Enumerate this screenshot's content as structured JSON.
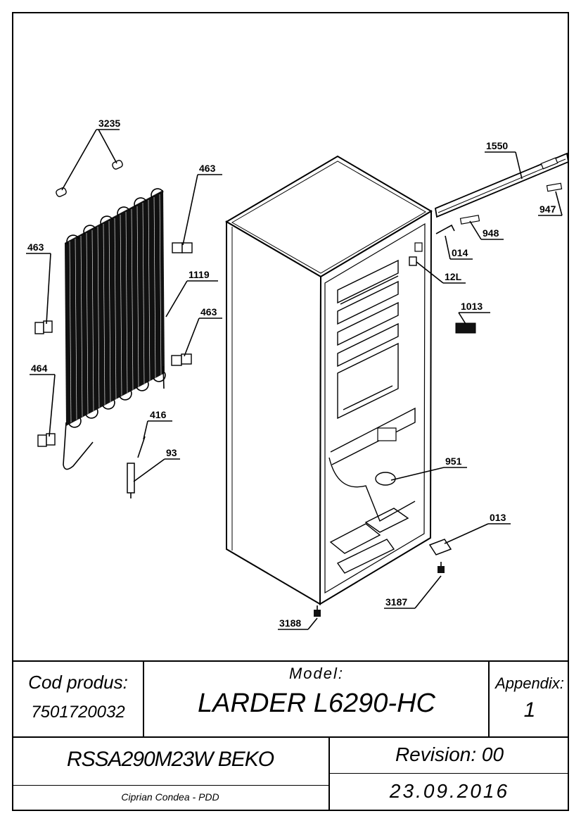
{
  "callouts": {
    "c3235": "3235",
    "c463a": "463",
    "c463b": "463",
    "c463c": "463",
    "c1119": "1119",
    "c464": "464",
    "c416": "416",
    "c93": "93",
    "c1550": "1550",
    "c947": "947",
    "c948": "948",
    "c014": "014",
    "c12L": "12L",
    "c1013": "1013",
    "c951": "951",
    "c013": "013",
    "c3187": "3187",
    "c3188": "3188"
  },
  "title_block": {
    "product_code_label": "Cod produs:",
    "product_code": "7501720032",
    "model_label": "Model:",
    "model": "LARDER L6290-HC",
    "appendix_label": "Appendix:",
    "appendix": "1",
    "product_name": "RSSA290M23W BEKO",
    "revision": "Revision: 00",
    "author": "Ciprian Condea - PDD",
    "date": "23.09.2016"
  }
}
